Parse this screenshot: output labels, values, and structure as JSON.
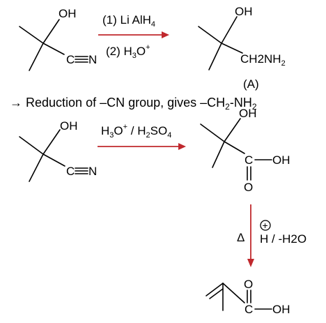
{
  "colors": {
    "arrow": "#c0282d",
    "ink": "#000000"
  },
  "labels": {
    "oh": "OH",
    "cn_c": "C",
    "cn_n": "N",
    "ch2nh2": "CH",
    "nh2": "NH",
    "sub2": "2",
    "c": "C",
    "o": "O",
    "oh_tail": "OH",
    "dash": "–"
  },
  "reaction1": {
    "step1": "(1) Li AlH",
    "step1_sub": "4",
    "step2": "(2) H",
    "step2_sub": "3",
    "step2_tail": "O",
    "step2_sup": "+",
    "product_label": "(A)"
  },
  "note": {
    "arrow_glyph": "→",
    "text": "Reduction of –CN group, gives –CH",
    "sub": "2",
    "tail": "-NH",
    "tail_sub": "2"
  },
  "reaction2": {
    "reagent_h": "H",
    "reagent_sub3": "3",
    "reagent_o": "O",
    "reagent_sup": "+",
    "reagent_mid": " / H",
    "reagent_sub2": "2",
    "reagent_so": "SO",
    "reagent_sub4": "4"
  },
  "reaction3": {
    "delta": "Δ",
    "plus": "+",
    "h": "H",
    "reagent_rest": "/ -H",
    "reagent_sub": "2",
    "reagent_o": "O"
  }
}
